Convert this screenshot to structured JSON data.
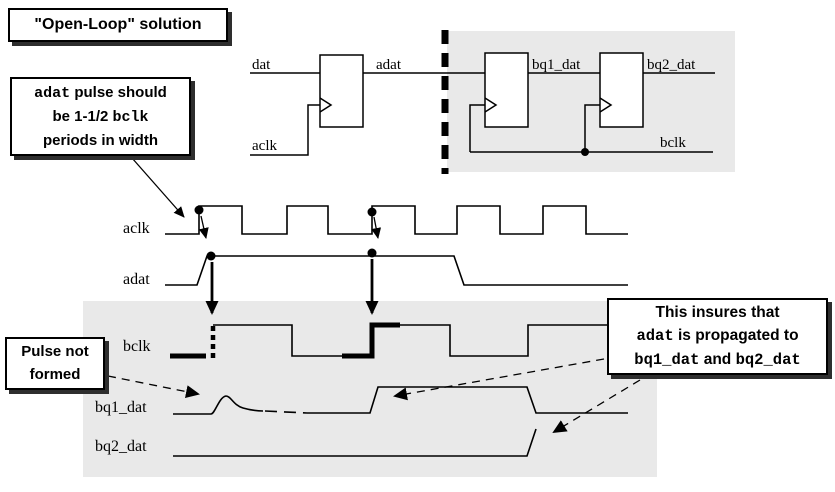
{
  "title_box": {
    "text": "\"Open-Loop\" solution"
  },
  "callout_pulse_width": {
    "line1_mono": "adat",
    "line1_rest": " pulse should",
    "line2_pre": "be 1-1/2 ",
    "line2_mono": "bclk",
    "line3": "periods in width"
  },
  "callout_pulse_not_formed": {
    "line1": "Pulse not",
    "line2": "formed"
  },
  "callout_insures": {
    "line1": "This insures that",
    "line2_mono": "adat",
    "line2_rest": " is propagated to",
    "line3_mono1": "bq1_dat",
    "line3_mid": " and ",
    "line3_mono2": "bq2_dat"
  },
  "schematic": {
    "dat_label": "dat",
    "adat_label": "adat",
    "aclk_label": "aclk",
    "bq1_dat_label": "bq1_dat",
    "bq2_dat_label": "bq2_dat",
    "bclk_label": "bclk"
  },
  "waveform_labels": {
    "aclk": "aclk",
    "adat": "adat",
    "bclk": "bclk",
    "bq1_dat": "bq1_dat",
    "bq2_dat": "bq2_dat"
  },
  "colors": {
    "clock_domain_bg": "#e9e9e9",
    "line": "#000000",
    "box_shadow": "#2e2e2e"
  }
}
